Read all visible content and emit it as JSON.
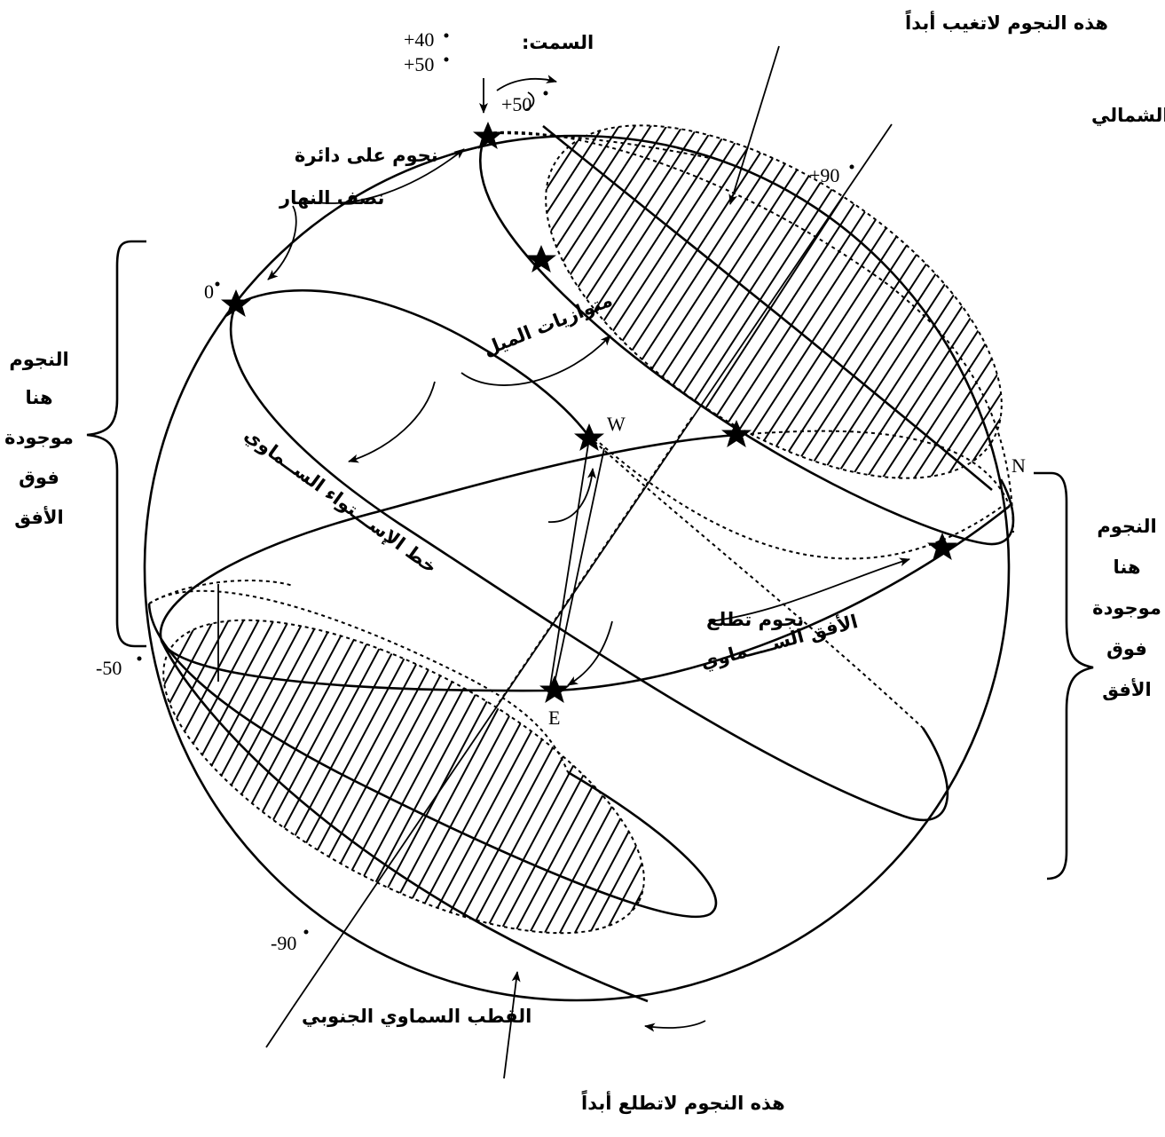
{
  "labels": {
    "zenith_label": "السمت:",
    "zenith_values_top": "+40",
    "zenith_values_bottom": "+50",
    "zenith_arrow_value": "+50",
    "never_set": "هذه النجوم لاتغيب أبداً",
    "north_celestial_pole": "القطب السماوي الشمالي",
    "plus_90": "+90",
    "meridian_line1": "نجوم على دائرة",
    "meridian_line2": "نصف النهار",
    "zero_deg": "0",
    "parallels": "متوازيات الميل",
    "celestial_equator": "خط الإســـتواء الســماوي",
    "west": "W",
    "north": "N",
    "east": "E",
    "rising_stars": "نجوم تطلع",
    "celestial_horizon": "الأفق الســــماوي",
    "minus_50": "-50",
    "minus_90": "-90",
    "south_celestial_pole": "القطب السماوي الجنوبي",
    "never_rise": "هذه النجوم لاتطلع أبداً"
  },
  "left_note": [
    "النجوم",
    "هنا",
    "موجودة",
    "فوق",
    "الأفق"
  ],
  "right_note": [
    "النجوم",
    "هنا",
    "موجودة",
    "فوق",
    "الأفق"
  ]
}
